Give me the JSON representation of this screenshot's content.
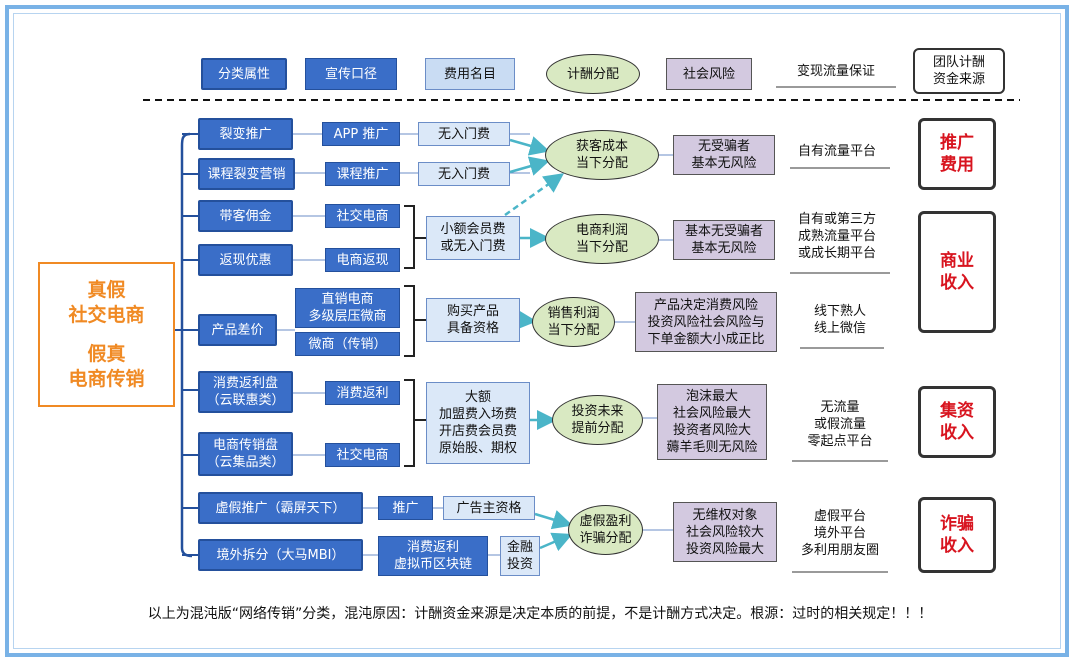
{
  "legend": [
    {
      "id": "l1",
      "label": "分类属性"
    },
    {
      "id": "l2",
      "label": "宣传口径"
    },
    {
      "id": "l3",
      "label": "费用名目"
    },
    {
      "id": "l4",
      "label": "计酬分配"
    },
    {
      "id": "l5",
      "label": "社会风险"
    },
    {
      "id": "l6",
      "label": "变现流量保证"
    },
    {
      "id": "l7",
      "label": "团队计酬\n资金来源"
    }
  ],
  "root": {
    "line1": "真假\n社交电商",
    "line2": "假真\n电商传销"
  },
  "categories": [
    {
      "id": "c1",
      "label": "裂变推广"
    },
    {
      "id": "c2",
      "label": "课程裂变营销"
    },
    {
      "id": "c3",
      "label": "带客佣金"
    },
    {
      "id": "c4",
      "label": "返现优惠"
    },
    {
      "id": "c5",
      "label": "产品差价"
    },
    {
      "id": "c6",
      "label": "消费返利盘\n（云联惠类）"
    },
    {
      "id": "c7",
      "label": "电商传销盘\n（云集品类）"
    },
    {
      "id": "c8",
      "label": "虚假推广（霸屏天下）"
    },
    {
      "id": "c9",
      "label": "境外拆分（大马MBI）"
    }
  ],
  "slogans": [
    {
      "id": "s1",
      "label": "APP 推广"
    },
    {
      "id": "s2",
      "label": "课程推广"
    },
    {
      "id": "s3",
      "label": "社交电商"
    },
    {
      "id": "s4",
      "label": "电商返现"
    },
    {
      "id": "s5",
      "label": "直销电商\n多级层压微商"
    },
    {
      "id": "s6",
      "label": "微商（传销）"
    },
    {
      "id": "s7",
      "label": "消费返利"
    },
    {
      "id": "s8",
      "label": "社交电商"
    },
    {
      "id": "s9",
      "label": "推广"
    },
    {
      "id": "s10",
      "label": "消费返利\n虚拟币区块链"
    }
  ],
  "fees": [
    {
      "id": "f1",
      "label": "无入门费"
    },
    {
      "id": "f2",
      "label": "无入门费"
    },
    {
      "id": "f3",
      "label": "小额会员费\n或无入门费"
    },
    {
      "id": "f4",
      "label": "购买产品\n具备资格"
    },
    {
      "id": "f5",
      "label": "大额\n加盟费入场费\n开店费会员费\n原始股、期权"
    },
    {
      "id": "f6",
      "label": "广告主资格"
    },
    {
      "id": "f7",
      "label": "金融\n投资"
    }
  ],
  "distributions": [
    {
      "id": "d1",
      "label": "获客成本\n当下分配"
    },
    {
      "id": "d2",
      "label": "电商利润\n当下分配"
    },
    {
      "id": "d3",
      "label": "销售利润\n当下分配"
    },
    {
      "id": "d4",
      "label": "投资未来\n提前分配"
    },
    {
      "id": "d5",
      "label": "虚假盈利\n诈骗分配"
    }
  ],
  "risks": [
    {
      "id": "r1",
      "label": "无受骗者\n基本无风险"
    },
    {
      "id": "r2",
      "label": "基本无受骗者\n基本无风险"
    },
    {
      "id": "r3",
      "label": "产品决定消费风险\n投资风险社会风险与\n下单金额大小成正比"
    },
    {
      "id": "r4",
      "label": "泡沫最大\n社会风险最大\n投资者风险大\n薅羊毛则无风险"
    },
    {
      "id": "r5",
      "label": "无维权对象\n社会风险较大\n投资风险最大"
    }
  ],
  "traffic": [
    {
      "id": "t1",
      "label": "自有流量平台"
    },
    {
      "id": "t2",
      "label": "自有或第三方\n成熟流量平台\n或成长期平台"
    },
    {
      "id": "t3",
      "label": "线下熟人\n线上微信"
    },
    {
      "id": "t4",
      "label": "无流量\n或假流量\n零起点平台"
    },
    {
      "id": "t5",
      "label": "虚假平台\n境外平台\n多利用朋友圈"
    }
  ],
  "sources": [
    {
      "id": "g1",
      "label": "推广\n费用"
    },
    {
      "id": "g2",
      "label": "商业\n收入"
    },
    {
      "id": "g3",
      "label": "集资\n收入"
    },
    {
      "id": "g4",
      "label": "诈骗\n收入"
    }
  ],
  "footer": "以上为混沌版“网络传销”分类，混沌原因：计酬资金来源是决定本质的前提，不是计酬方式决定。根源：过时的相关规定！！！",
  "colors": {
    "category": "#3A6EC8",
    "slogan": "#DBE8F8",
    "distribution": "#D9E9C2",
    "risk": "#D3C9E0",
    "root": "#F08A24",
    "source_text": "#D8141F",
    "frame": "#79B2E6"
  }
}
